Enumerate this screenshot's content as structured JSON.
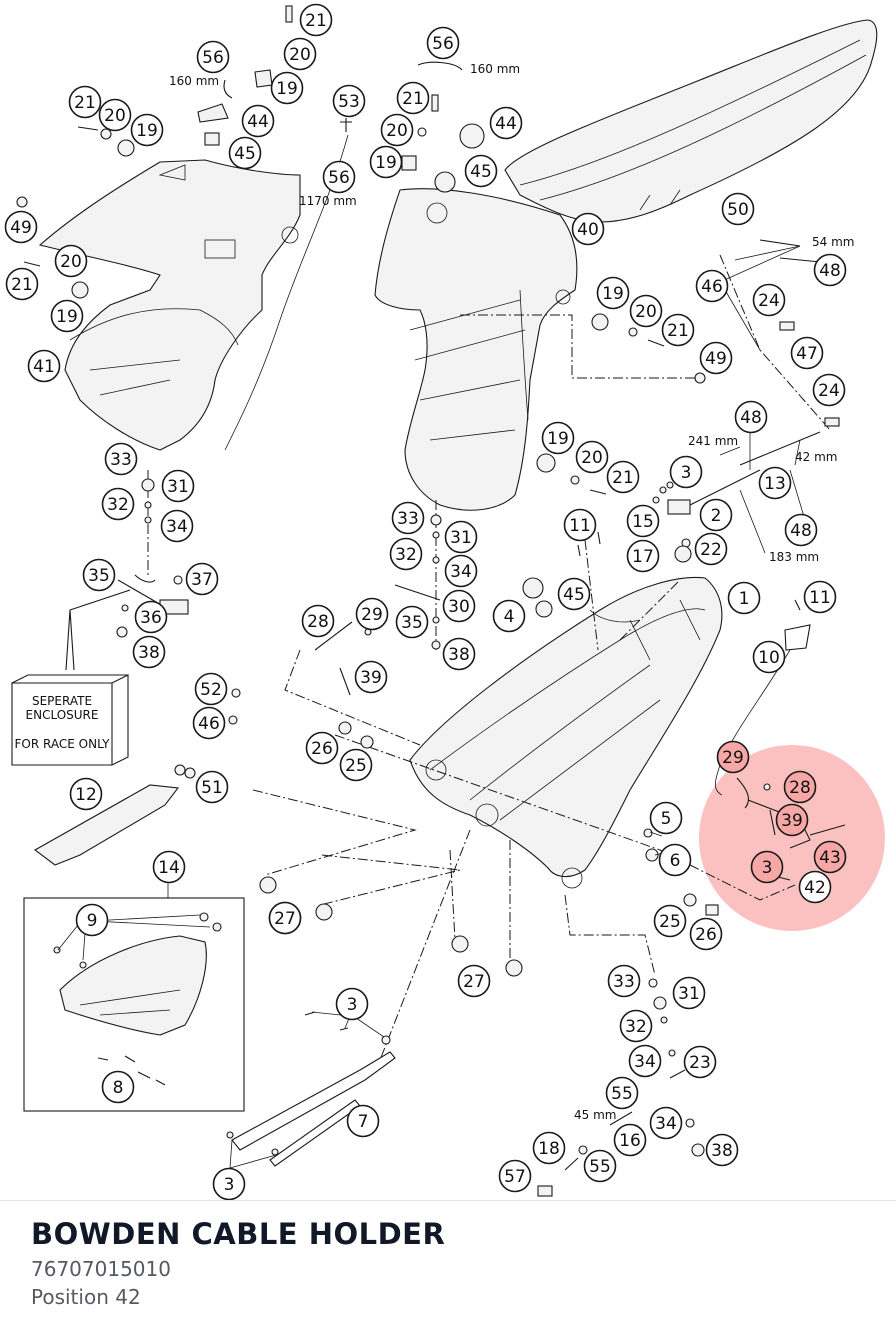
{
  "part": {
    "title": "BOWDEN CABLE HOLDER",
    "number": "76707015010",
    "position": "Position 42"
  },
  "highlight_color": "#f45b5b",
  "enclosure": {
    "line1": "SEPERATE",
    "line2": "ENCLOSURE",
    "line3": "FOR RACE ONLY"
  },
  "dimensions": [
    "160 mm",
    "160 mm",
    "1170 mm",
    "54 mm",
    "241 mm",
    "42 mm",
    "183 mm",
    "45 mm"
  ],
  "callouts": [
    "21",
    "56",
    "20",
    "19",
    "44",
    "45",
    "21",
    "20",
    "19",
    "49",
    "20",
    "21",
    "19",
    "41",
    "56",
    "53",
    "21",
    "44",
    "20",
    "19",
    "45",
    "56",
    "40",
    "50",
    "46",
    "48",
    "24",
    "47",
    "24",
    "19",
    "20",
    "21",
    "49",
    "48",
    "19",
    "20",
    "21",
    "3",
    "13",
    "48",
    "2",
    "15",
    "17",
    "22",
    "33",
    "31",
    "32",
    "34",
    "35",
    "37",
    "36",
    "38",
    "11",
    "33",
    "31",
    "32",
    "34",
    "30",
    "35",
    "38",
    "4",
    "45",
    "1",
    "11",
    "28",
    "29",
    "39",
    "10",
    "52",
    "46",
    "26",
    "25",
    "12",
    "51",
    "29",
    "28",
    "5",
    "39",
    "6",
    "43",
    "3",
    "42",
    "14",
    "9",
    "8",
    "27",
    "27",
    "25",
    "26",
    "27",
    "33",
    "31",
    "3",
    "32",
    "34",
    "23",
    "7",
    "55",
    "16",
    "34",
    "18",
    "55",
    "38",
    "57",
    "3"
  ]
}
